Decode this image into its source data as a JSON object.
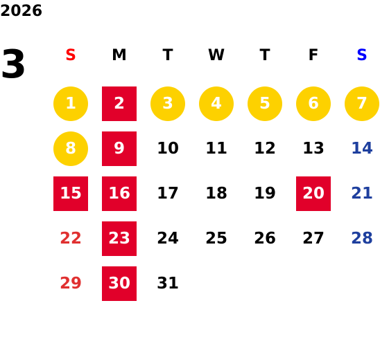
{
  "calendar": {
    "year": "2026",
    "month": "3",
    "weekdays": [
      "S",
      "M",
      "T",
      "W",
      "T",
      "F",
      "S"
    ],
    "days": [
      {
        "label": "1",
        "style": "circle"
      },
      {
        "label": "2",
        "style": "square"
      },
      {
        "label": "3",
        "style": "circle"
      },
      {
        "label": "4",
        "style": "circle"
      },
      {
        "label": "5",
        "style": "circle"
      },
      {
        "label": "6",
        "style": "circle"
      },
      {
        "label": "7",
        "style": "circle"
      },
      {
        "label": "8",
        "style": "circle"
      },
      {
        "label": "9",
        "style": "square"
      },
      {
        "label": "10",
        "style": "plain"
      },
      {
        "label": "11",
        "style": "plain"
      },
      {
        "label": "12",
        "style": "plain"
      },
      {
        "label": "13",
        "style": "plain"
      },
      {
        "label": "14",
        "style": "plain"
      },
      {
        "label": "15",
        "style": "square"
      },
      {
        "label": "16",
        "style": "square"
      },
      {
        "label": "17",
        "style": "plain"
      },
      {
        "label": "18",
        "style": "plain"
      },
      {
        "label": "19",
        "style": "plain"
      },
      {
        "label": "20",
        "style": "square"
      },
      {
        "label": "21",
        "style": "plain"
      },
      {
        "label": "22",
        "style": "plain"
      },
      {
        "label": "23",
        "style": "square"
      },
      {
        "label": "24",
        "style": "plain"
      },
      {
        "label": "25",
        "style": "plain"
      },
      {
        "label": "26",
        "style": "plain"
      },
      {
        "label": "27",
        "style": "plain"
      },
      {
        "label": "28",
        "style": "plain"
      },
      {
        "label": "29",
        "style": "plain"
      },
      {
        "label": "30",
        "style": "square"
      },
      {
        "label": "31",
        "style": "plain"
      }
    ]
  },
  "colors": {
    "text": "#000000",
    "sunday_header": "#ff0000",
    "saturday_header": "#0000ff",
    "sunday_day": "#e03030",
    "saturday_day": "#1e3f9e",
    "highlight_red": "#e1002a",
    "highlight_yellow": "#fdd100",
    "highlight_text": "#ffffff"
  }
}
